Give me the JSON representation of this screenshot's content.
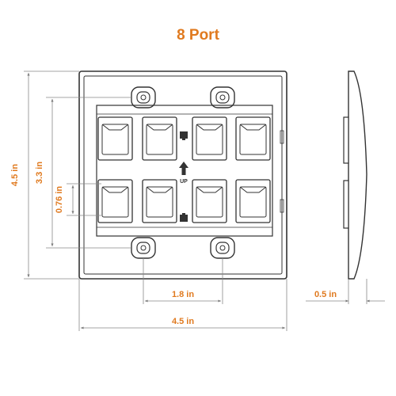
{
  "title": "8 Port",
  "dimensions": {
    "plate_width": "4.5 in",
    "plate_height": "4.5 in",
    "screw_span": "3.3 in",
    "port_pitch": "0.76 in",
    "screw_spacing": "1.8 in",
    "depth": "0.5 in"
  },
  "marks": {
    "up": "UP"
  },
  "colors": {
    "accent": "#e07a1f",
    "line": "#333333",
    "dim_line": "#888888"
  }
}
